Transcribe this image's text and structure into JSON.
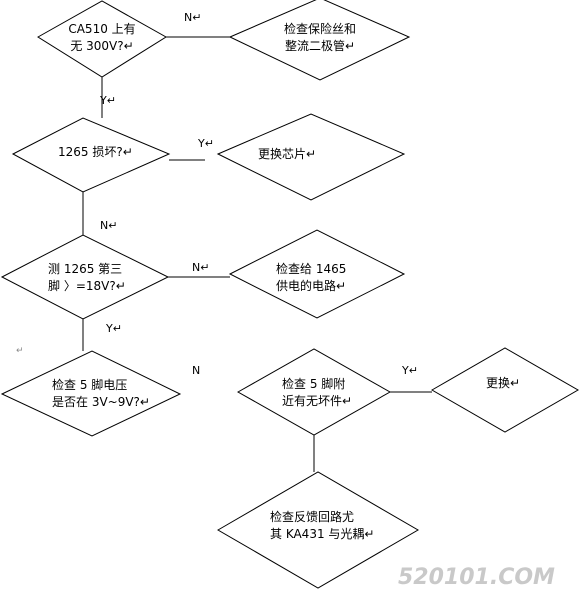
{
  "nodes": {
    "n1": {
      "lines": [
        "CA510 上有",
        "无 300V?↵"
      ]
    },
    "n2": {
      "lines": [
        "检查保险丝和",
        "整流二极管↵"
      ]
    },
    "n3": {
      "lines": [
        "1265 损坏?↵"
      ]
    },
    "n4": {
      "lines": [
        "更换芯片↵"
      ]
    },
    "n5": {
      "lines": [
        "测  1265  第三",
        "脚  〉=18V?↵"
      ]
    },
    "n6": {
      "lines": [
        "检查给  1465",
        "供电的电路↵"
      ]
    },
    "n7": {
      "lines": [
        "检查  5  脚电压",
        "是否在 3V~9V?↵"
      ]
    },
    "n8": {
      "lines": [
        "检查 5 脚附",
        "近有无坏件↵"
      ]
    },
    "n9": {
      "lines": [
        "更换↵"
      ]
    },
    "n10": {
      "lines": [
        "检查反馈回路尤",
        "其 KA431 与光耦↵"
      ]
    }
  },
  "edge_labels": {
    "e1": "N↵",
    "e2": "Y↵",
    "e3": "Y↵",
    "e4": "N↵",
    "e5": "N↵",
    "e6": "Y↵",
    "e7": "N",
    "e8": "Y↵"
  },
  "stray_mark": "↵",
  "watermark": "520101.COM"
}
